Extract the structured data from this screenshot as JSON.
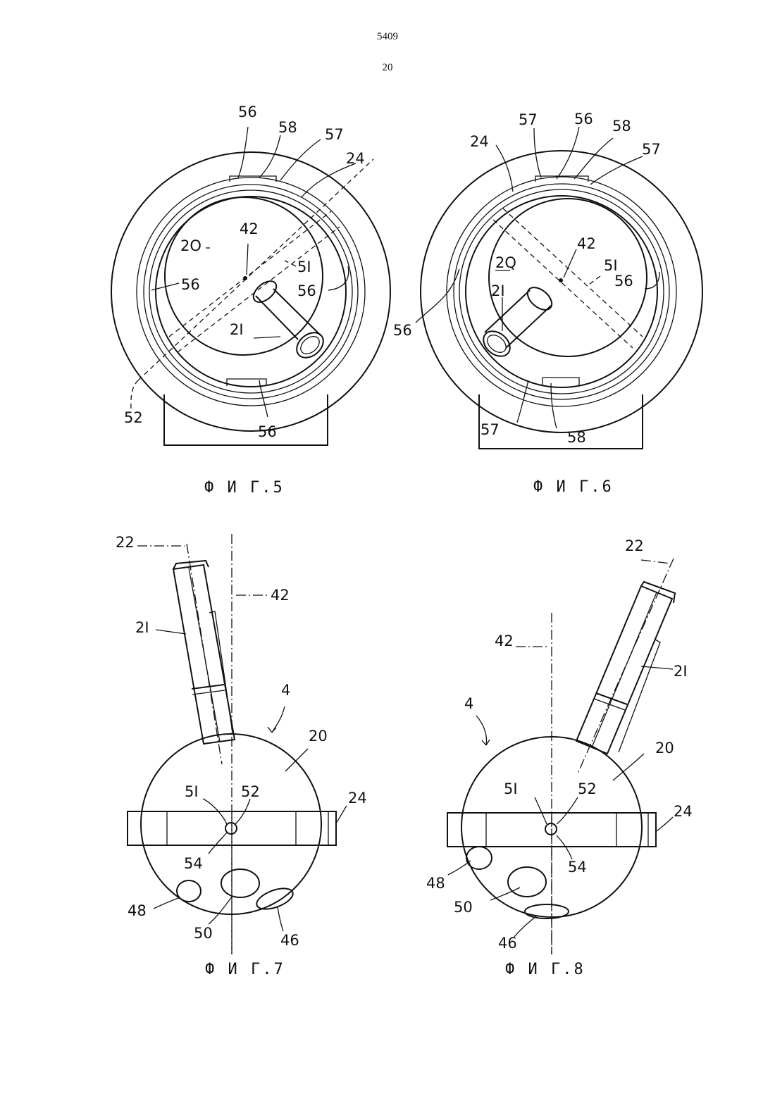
{
  "page_number": "5409",
  "sheet_number": "20",
  "figures": [
    {
      "caption": "Ф И Г.5",
      "labels": [
        "56",
        "58",
        "57",
        "24",
        "42",
        "2О",
        "56",
        "5I",
        "56",
        "2I",
        "52",
        "56"
      ]
    },
    {
      "caption": "Ф И Г.6",
      "labels": [
        "57",
        "56",
        "58",
        "24",
        "57",
        "42",
        "2Q",
        "5I",
        "2I",
        "56",
        "56",
        "57",
        "58"
      ]
    },
    {
      "caption": "Ф И Г.7",
      "labels": [
        "22",
        "42",
        "2I",
        "4",
        "20",
        "5I",
        "52",
        "24",
        "54",
        "48",
        "50",
        "46"
      ]
    },
    {
      "caption": "Ф И Г.8",
      "labels": [
        "22",
        "42",
        "2I",
        "4",
        "20",
        "5I",
        "52",
        "24",
        "54",
        "48",
        "50",
        "46"
      ]
    }
  ]
}
